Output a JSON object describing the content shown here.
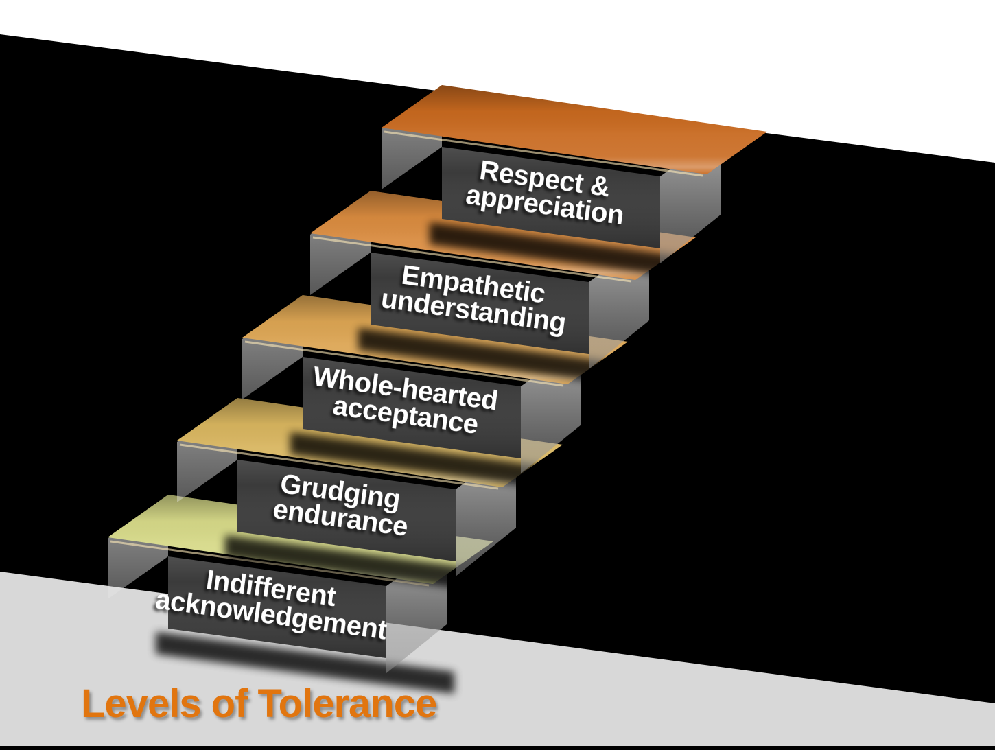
{
  "title": {
    "text": "Levels of Tolerance",
    "color": "#E1750F"
  },
  "background": {
    "back_color": "#000000",
    "top_color": "#FFFFFF",
    "floor_color": "#D8D8D8"
  },
  "panel": {
    "face_color": "#3B3B3B",
    "label_color": "#FFFFFF"
  },
  "steps": [
    {
      "level": 1,
      "label": "Indifferent acknowledgement",
      "lines": [
        "Indifferent",
        "acknowledgement"
      ],
      "top_color": "#D6D988"
    },
    {
      "level": 2,
      "label": "Grudging endurance",
      "lines": [
        "Grudging",
        "endurance"
      ],
      "top_color": "#D8B55F"
    },
    {
      "level": 3,
      "label": "Whole-hearted acceptance",
      "lines": [
        "Whole-hearted",
        "acceptance"
      ],
      "top_color": "#DCA553"
    },
    {
      "level": 4,
      "label": "Empathetic understanding",
      "lines": [
        "Empathetic",
        "understanding"
      ],
      "top_color": "#D98B3F"
    },
    {
      "level": 5,
      "label": "Respect & appreciation",
      "lines": [
        "Respect &",
        "appreciation"
      ],
      "top_color": "#C8691F"
    }
  ]
}
